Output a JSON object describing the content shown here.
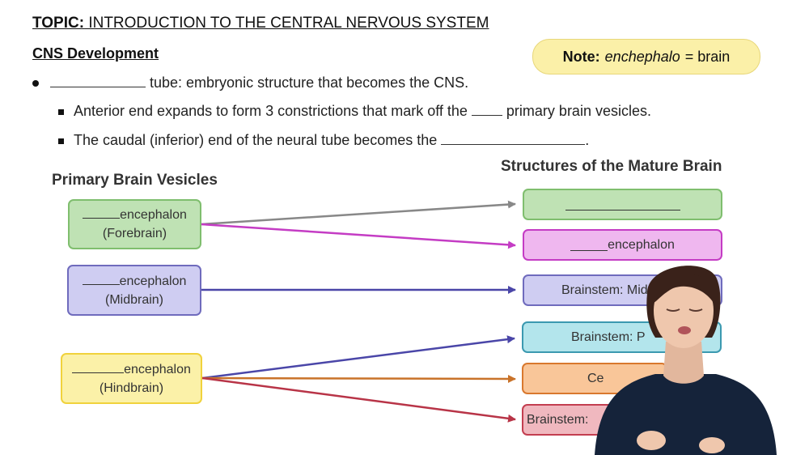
{
  "header": {
    "topic_label": "TOPIC:",
    "topic_text": " INTRODUCTION TO THE CENTRAL NERVOUS SYSTEM",
    "section_title": "CNS Development"
  },
  "note": {
    "label": "Note:",
    "term": "enchephalo",
    "definition": "= brain"
  },
  "bullets": {
    "main": " tube: embryonic structure that becomes the CNS.",
    "sub1_a": "Anterior end expands to form 3 constrictions that mark off the ",
    "sub1_b": " primary brain vesicles.",
    "sub2_a": "The caudal (inferior) end of the neural tube becomes the ",
    "sub2_b": "."
  },
  "left_column": {
    "title": "Primary Brain Vesicles",
    "vesicles": [
      {
        "line1": "encephalon",
        "line2": "(Forebrain)",
        "color": "#bfe2b4"
      },
      {
        "line1": "encephalon",
        "line2": "(Midbrain)",
        "color": "#cfcdf2"
      },
      {
        "line1": "encephalon",
        "line2": "(Hindbrain)",
        "color": "#fbf1a8"
      }
    ]
  },
  "right_column": {
    "title": "Structures of the Mature Brain",
    "structures": [
      {
        "label": "",
        "color": "#bfe2b4"
      },
      {
        "label": "encephalon",
        "color": "#efb7ef"
      },
      {
        "label": "Brainstem: Mid",
        "color": "#cfcdf2"
      },
      {
        "label": "Brainstem: P",
        "color": "#b3e5ec"
      },
      {
        "label": "Ce",
        "color": "#f9c699"
      },
      {
        "label": "Brainstem:",
        "color": "#f0b8bf"
      }
    ]
  },
  "arrows": [
    {
      "from": "forebrain",
      "to": "structure-1",
      "color": "#888888"
    },
    {
      "from": "forebrain",
      "to": "structure-2",
      "color": "#c43cc4"
    },
    {
      "from": "midbrain",
      "to": "structure-3",
      "color": "#4a46a8"
    },
    {
      "from": "hindbrain",
      "to": "structure-4",
      "color": "#4a46a8"
    },
    {
      "from": "hindbrain",
      "to": "structure-5",
      "color": "#c9732a"
    },
    {
      "from": "hindbrain",
      "to": "structure-6",
      "color": "#b83447"
    }
  ]
}
